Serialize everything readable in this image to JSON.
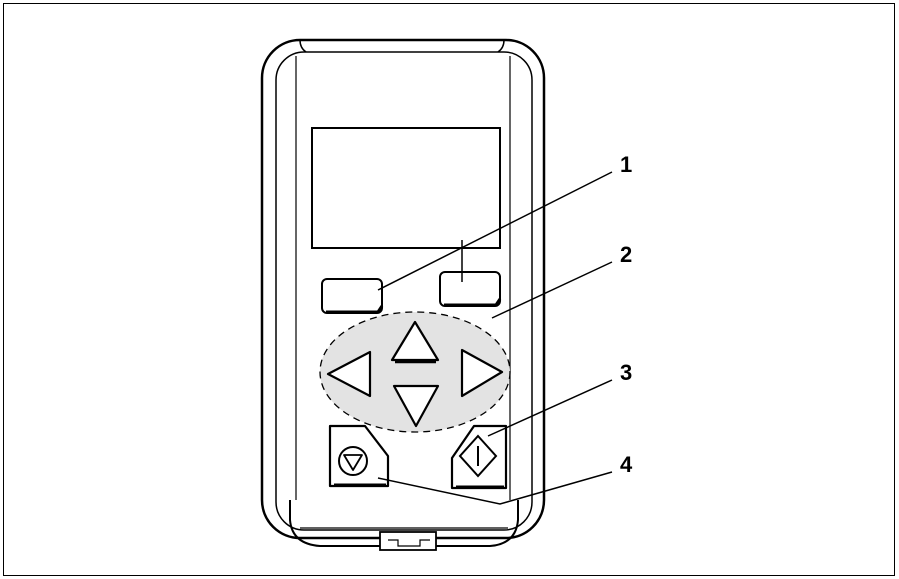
{
  "figure": {
    "callouts": [
      {
        "id": "1",
        "label": "1"
      },
      {
        "id": "2",
        "label": "2"
      },
      {
        "id": "3",
        "label": "3"
      },
      {
        "id": "4",
        "label": "4"
      }
    ],
    "colors": {
      "stroke": "#000000",
      "body": "#ffffff",
      "nav_highlight": "#e3e3e3"
    },
    "icons": {
      "nav_up": "triangle-up-icon",
      "nav_down": "triangle-down-icon",
      "nav_left": "triangle-left-icon",
      "nav_right": "triangle-right-icon",
      "stop": "stop-icon",
      "start": "start-icon"
    }
  }
}
